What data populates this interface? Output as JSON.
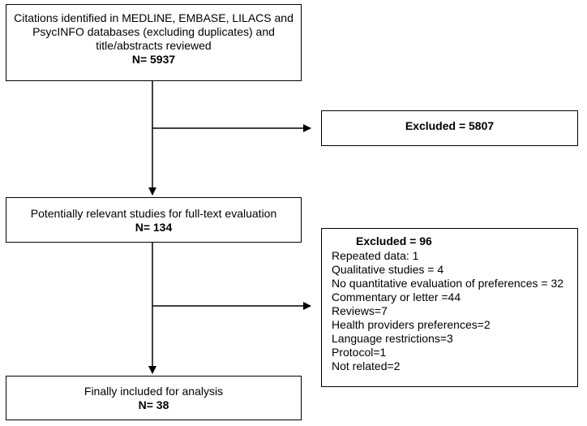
{
  "boxes": {
    "identified": {
      "lines": [
        "Citations identified in MEDLINE, EMBASE, LILACS and",
        "PsycINFO databases (excluding duplicates) and",
        "title/abstracts reviewed"
      ],
      "count": "N= 5937"
    },
    "excluded1": {
      "title": "Excluded = 5807"
    },
    "relevant": {
      "lines": [
        "Potentially relevant studies for full-text evaluation"
      ],
      "count": "N= 134"
    },
    "excluded2": {
      "title": "Excluded = 96",
      "reasons": [
        "Repeated data: 1",
        "Qualitative studies = 4",
        "No quantitative evaluation of preferences = 32",
        "Commentary or letter =44",
        "Reviews=7",
        "Health providers preferences=2",
        "Language restrictions=3",
        "Protocol=1",
        "Not related=2"
      ]
    },
    "included": {
      "lines": [
        "Finally included for analysis"
      ],
      "count": "N= 38"
    }
  }
}
